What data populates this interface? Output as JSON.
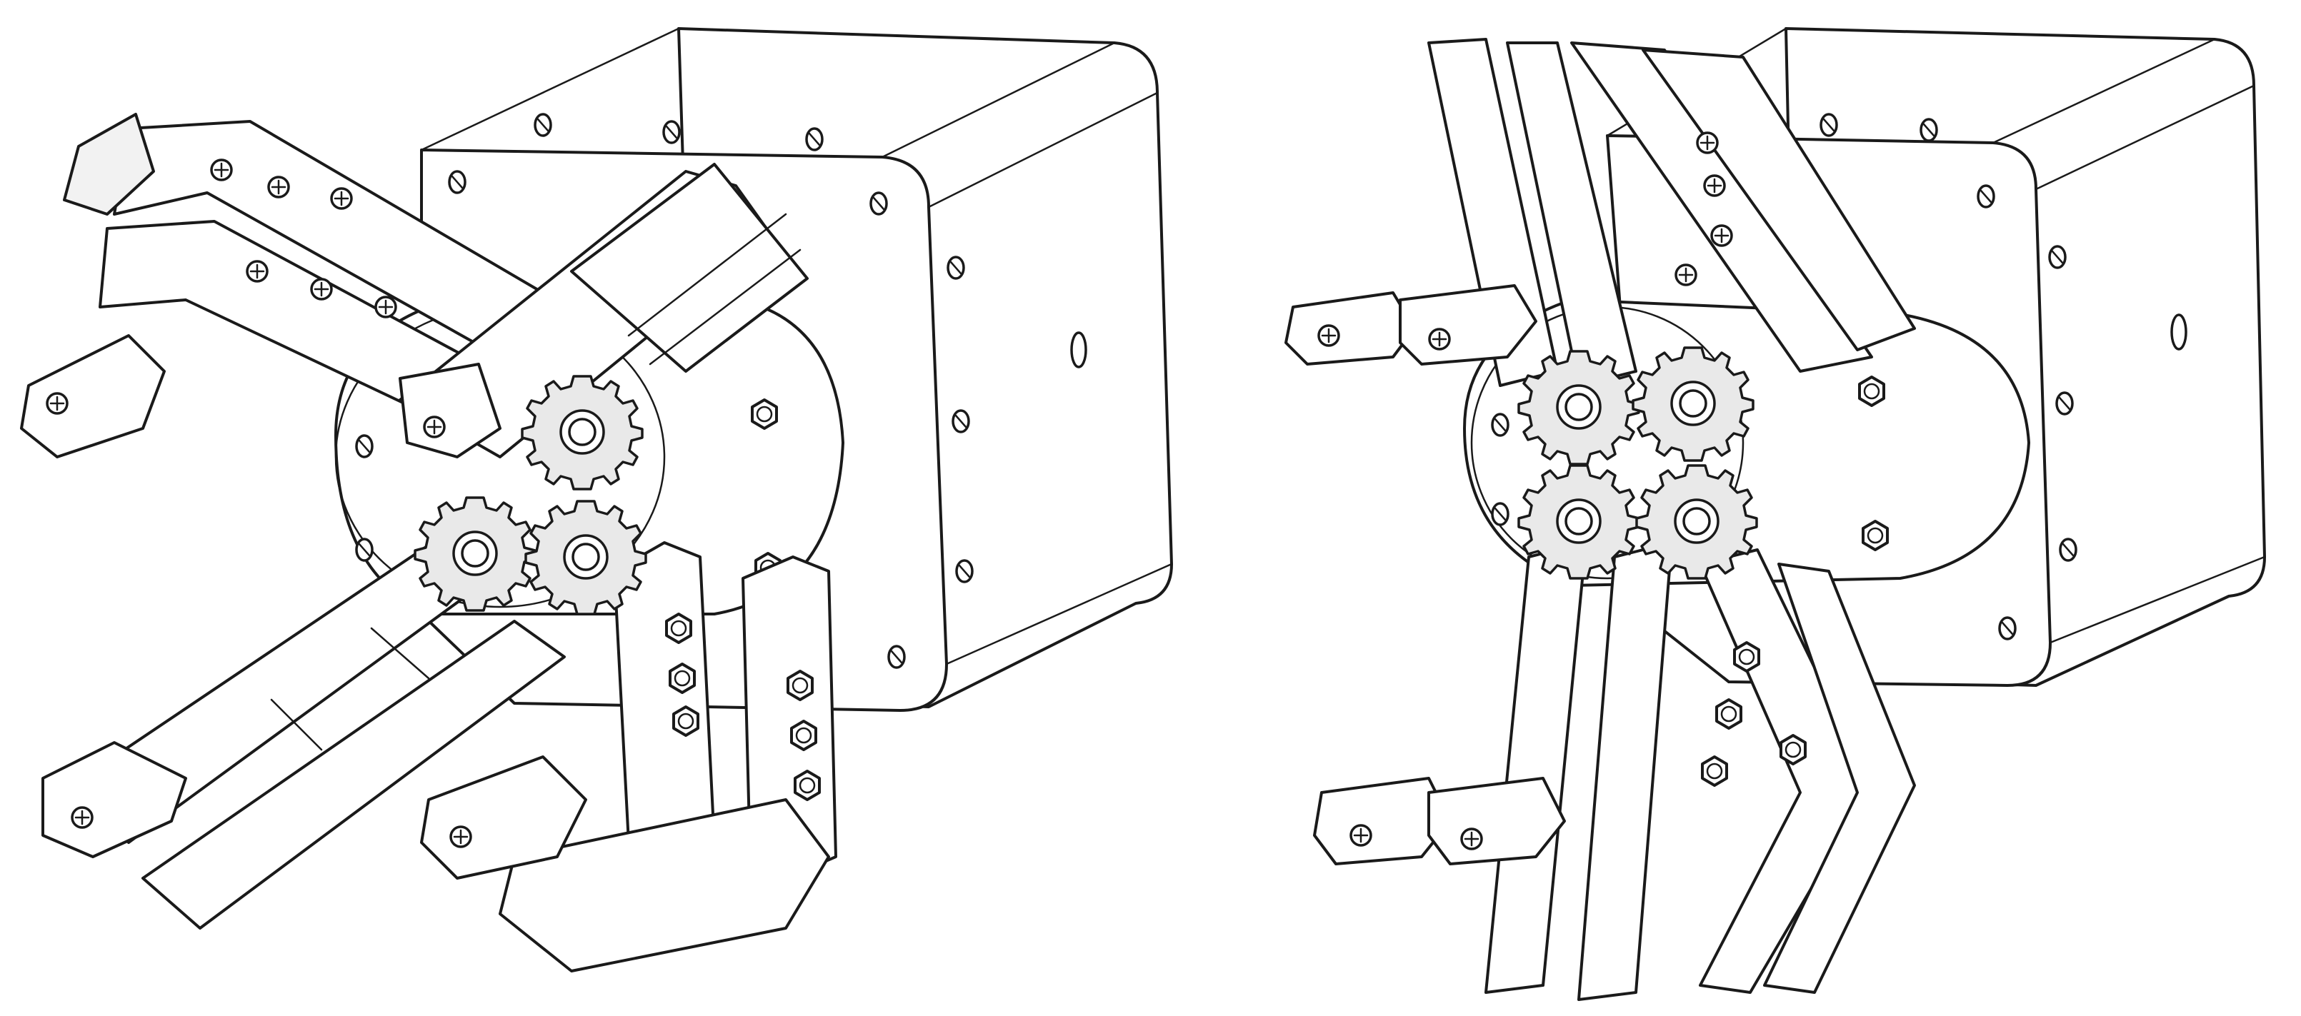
{
  "figure": {
    "views": [
      {
        "id": "open",
        "state": "gripper-fingers-open"
      },
      {
        "id": "closed",
        "state": "gripper-fingers-closed"
      }
    ],
    "colors": {
      "background": "#ffffff",
      "line": "#1a1a1a",
      "gear_fill": "#e9e9e9"
    },
    "icons": [
      "gear-icon",
      "screw-icon",
      "hex-bolt-icon",
      "finger-pad-icon"
    ]
  }
}
